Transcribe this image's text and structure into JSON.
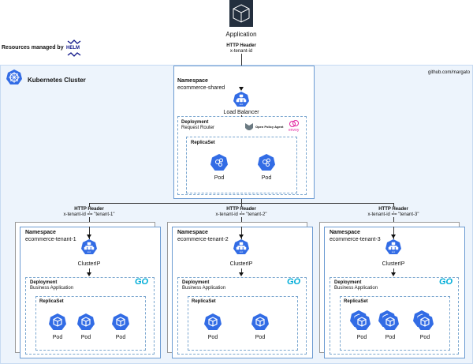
{
  "application": {
    "label": "Application",
    "icon": "cube-icon",
    "header_title": "HTTP Header",
    "header_value": "x-tenant-id"
  },
  "helm": {
    "label": "Resources managed by",
    "logo_text": "HELM"
  },
  "cluster": {
    "label": "Kubernetes Cluster",
    "credit": "github.com/margato",
    "bg_color": "#edf4fc",
    "k8s_blue": "#326ce5"
  },
  "shared": {
    "ns_title": "Namespace",
    "ns_name": "ecommerce-shared",
    "service_label": "Load Balancer",
    "svc_text": "svc",
    "deployment_title": "Deployment",
    "deployment_name": "Request Router",
    "opa_label": "Open Policy Agent",
    "envoy_label": "envoy",
    "replicaset_title": "ReplicaSet",
    "pods": [
      "Pod",
      "Pod"
    ]
  },
  "tenants": [
    {
      "header_title": "HTTP Header",
      "header_value": "x-tenant-id == \"tenant-1\"",
      "ns_title": "Namespace",
      "ns_name": "ecommerce-tenant-1",
      "service_label": "ClusterIP",
      "deployment_title": "Deployment",
      "deployment_name": "Business Application",
      "logo": "GO",
      "replicaset_title": "ReplicaSet",
      "pods": [
        "Pod",
        "Pod",
        "Pod"
      ],
      "stacked": false
    },
    {
      "header_title": "HTTP Header",
      "header_value": "x-tenant-id == \"tenant-2\"",
      "ns_title": "Namespace",
      "ns_name": "ecommerce-tenant-2",
      "service_label": "ClusterIP",
      "deployment_title": "Deployment",
      "deployment_name": "Business Application",
      "logo": "GO",
      "replicaset_title": "ReplicaSet",
      "pods": [
        "Pod",
        "Pod"
      ],
      "stacked": false
    },
    {
      "header_title": "HTTP Header",
      "header_value": "x-tenant-id == \"tenant-3\"",
      "ns_title": "Namespace",
      "ns_name": "ecommerce-tenant-3",
      "service_label": "ClusterIP",
      "deployment_title": "Deployment",
      "deployment_name": "Business Application",
      "logo": "GO",
      "replicaset_title": "ReplicaSet",
      "pods": [
        "Pod",
        "Pod",
        "Pod"
      ],
      "stacked": true
    }
  ]
}
